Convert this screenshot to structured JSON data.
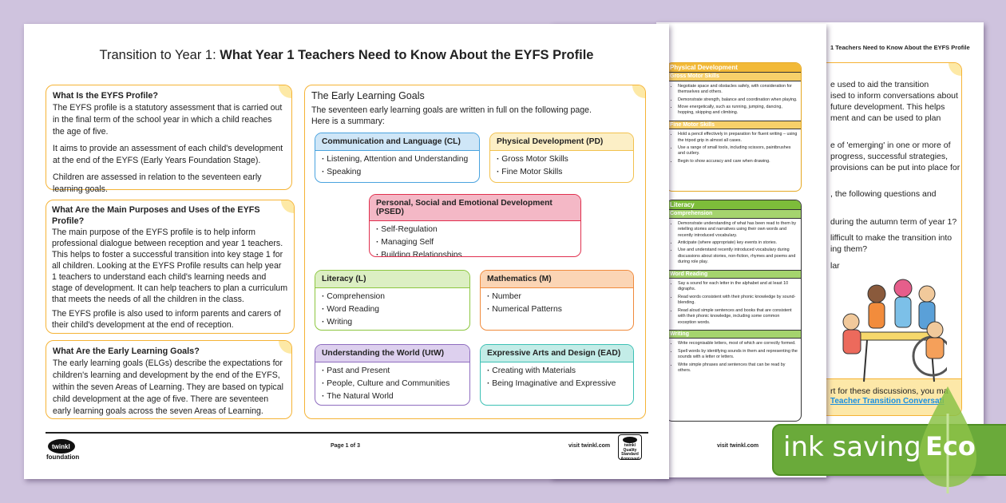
{
  "page3": {
    "header": "1 Teachers Need to Know About the EYFS Profile",
    "lines": [
      "e used to aid the transition",
      "ised to inform conversations about",
      "future development. This helps",
      "ment and can be used to plan",
      "e of 'emerging' in one or more of",
      "progress, successful strategies,",
      "provisions can be put into place for",
      ", the following questions and",
      "during the autumn term of year 1?",
      "lifficult to make the transition into",
      "ing them?",
      "lar"
    ],
    "support_text": "rt for these discussions, you ma",
    "link_text": "Teacher Transition Conversati"
  },
  "page2": {
    "physical": {
      "title": "Physical Development",
      "sections": [
        {
          "title": "Gross Motor Skills",
          "items": [
            "Negotiate space and obstacles safely, with consideration for themselves and others.",
            "Demonstrate strength, balance and coordination when playing.",
            "Move energetically, such as running, jumping, dancing, hopping, skipping and climbing."
          ]
        },
        {
          "title": "Fine Motor Skills",
          "items": [
            "Hold a pencil effectively in preparation for fluent writing – using the tripod grip in almost all cases.",
            "Use a range of small tools, including scissors, paintbrushes and cutlery.",
            "Begin to show accuracy and care when drawing."
          ]
        }
      ]
    },
    "literacy": {
      "title": "Literacy",
      "sections": [
        {
          "title": "Comprehension",
          "items": [
            "Demonstrate understanding of what has been read to them by retelling stories and narratives using their own words and recently introduced vocabulary.",
            "Anticipate (where appropriate) key events in stories.",
            "Use and understand recently introduced vocabulary during discussions about stories, non-fiction, rhymes and poems and during role play."
          ]
        },
        {
          "title": "Word Reading",
          "items": [
            "Say a sound for each letter in the alphabet and at least 10 digraphs.",
            "Read words consistent with their phonic knowledge by sound-blending.",
            "Read aloud simple sentences and books that are consistent with their phonic knowledge, including some common exception words."
          ]
        },
        {
          "title": "Writing",
          "items": [
            "Write recognisable letters, most of which are correctly formed.",
            "Spell words by identifying sounds in them and representing the sounds with a letter or letters.",
            "Write simple phrases and sentences that can be read by others."
          ]
        }
      ]
    },
    "footer": "visit twinkl.com"
  },
  "page1": {
    "title_prefix": "Transition to Year 1: ",
    "title_bold": "What Year 1 Teachers Need to Know About the EYFS Profile",
    "left_boxes": [
      {
        "heading": "What Is the EYFS Profile?",
        "paragraphs": [
          "The EYFS profile is a statutory assessment that is carried out in the final term of the school year in which a child reaches the age of five.",
          "It aims to provide an assessment of each child's development at the end of the EYFS (Early Years Foundation Stage).",
          "Children are assessed in relation to the seventeen early learning goals."
        ]
      },
      {
        "heading": "What Are the Main Purposes and Uses of the EYFS Profile?",
        "paragraphs": [
          "The main purpose of the EYFS profile is to help inform professional dialogue between reception and year 1 teachers. This helps to foster a successful transition into key stage 1 for all children. Looking at the EYFS Profile results can help year 1 teachers to understand each child's learning needs and stage of development. It can help teachers to plan a curriculum that meets the needs of all the children in the class.",
          "The EYFS profile is also used to inform parents and carers of their child's development at the end of reception."
        ]
      },
      {
        "heading": "What Are the Early Learning Goals?",
        "paragraphs": [
          "The early learning goals (ELGs) describe the expectations for children's learning and development by the end of the EYFS, within the seven Areas of Learning. They are based on typical child development at the age of five. There are seventeen early learning goals across the seven Areas of Learning."
        ]
      }
    ],
    "elg": {
      "heading": "The Early Learning Goals",
      "intro": "The seventeen early learning goals are written in full on the following page. Here is a summary:",
      "areas": [
        {
          "title": "Communication and Language (CL)",
          "items": [
            "Listening, Attention and Understanding",
            "Speaking"
          ],
          "color": "#4aa3df",
          "bg": "#cfe6f7"
        },
        {
          "title": "Physical Development (PD)",
          "items": [
            "Gross Motor Skills",
            "Fine Motor Skills"
          ],
          "color": "#f2c14e",
          "bg": "#fcefc6"
        },
        {
          "title": "Personal, Social and Emotional Development (PSED)",
          "items": [
            "Self-Regulation",
            "Managing Self",
            "Building Relationships"
          ],
          "color": "#e0304e",
          "bg": "#f4b8c6"
        },
        {
          "title": "Literacy (L)",
          "items": [
            "Comprehension",
            "Word Reading",
            "Writing"
          ],
          "color": "#8cc63f",
          "bg": "#dcefc3"
        },
        {
          "title": "Mathematics (M)",
          "items": [
            "Number",
            "Numerical Patterns"
          ],
          "color": "#f08a3c",
          "bg": "#fbd5b5"
        },
        {
          "title": "Understanding the World (UtW)",
          "items": [
            "Past and Present",
            "People, Culture and Communities",
            "The Natural World"
          ],
          "color": "#8e6cbf",
          "bg": "#ddd0ee"
        },
        {
          "title": "Expressive Arts and Design (EAD)",
          "items": [
            "Creating with Materials",
            "Being Imaginative and Expressive"
          ],
          "color": "#3cc0b4",
          "bg": "#c3ece7"
        }
      ]
    },
    "footer": {
      "logo": "twinkl foundation",
      "page": "Page 1 of 3",
      "site": "visit twinkl.com",
      "badge": "twinkl Quality Standard Approved"
    }
  },
  "eco_badge": {
    "left": "ink saving",
    "right": "Eco",
    "color": "#6aaa3a"
  }
}
